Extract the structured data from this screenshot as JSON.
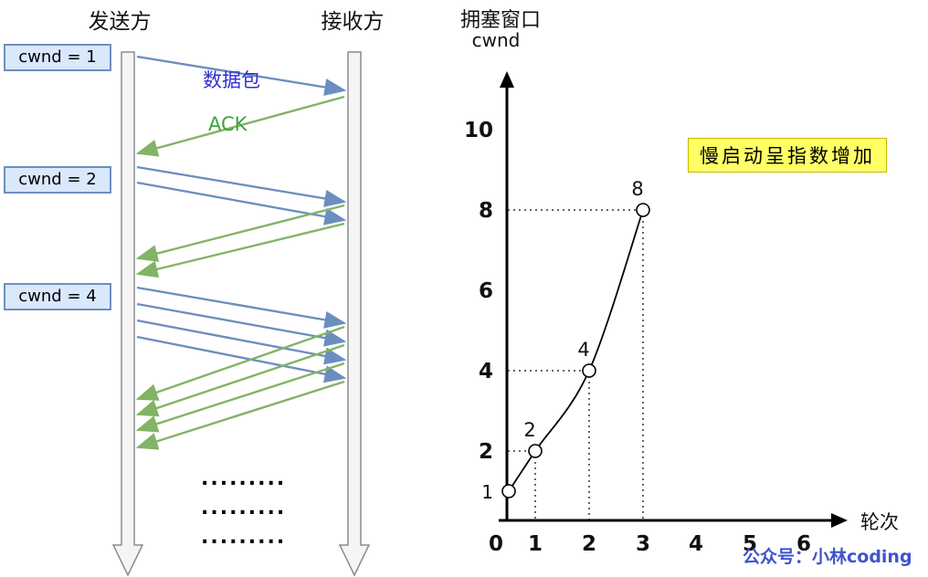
{
  "sequence": {
    "sender_label": "发送方",
    "receiver_label": "接收方",
    "packet_label": "数据包",
    "ack_label": "ACK",
    "cwnd_boxes": [
      {
        "label": "cwnd = 1"
      },
      {
        "label": "cwnd = 2"
      },
      {
        "label": "cwnd = 4"
      }
    ],
    "ellipsis": "........."
  },
  "chart": {
    "title_line1": "拥塞窗口",
    "title_line2": "cwnd",
    "xlabel": "轮次",
    "annotation": "慢启动呈指数增加",
    "watermark": "公众号：小林coding"
  },
  "chart_data": {
    "type": "line",
    "title": "拥塞窗口 cwnd",
    "xlabel": "轮次",
    "x": [
      0,
      1,
      2,
      3
    ],
    "values": [
      1,
      2,
      4,
      8
    ],
    "point_labels": [
      "",
      "2",
      "4",
      "8"
    ],
    "x_ticks": [
      0,
      1,
      2,
      3,
      4,
      5,
      6
    ],
    "y_ticks": [
      1,
      2,
      4,
      6,
      8,
      10
    ],
    "xlim": [
      0,
      6.5
    ],
    "ylim": [
      0,
      11
    ],
    "grid": false,
    "annotation": "慢启动呈指数增加",
    "legend": []
  },
  "colors": {
    "packet_arrow": "#6c8ebf",
    "ack_arrow": "#82b366",
    "cwnd_box_fill": "#dae8fc",
    "cwnd_box_border": "#6c8ebf",
    "packet_label_text": "#2e2ed6",
    "ack_label_text": "#3da43d",
    "annotation_bg": "#ffff66",
    "watermark_text": "#4153cb"
  }
}
